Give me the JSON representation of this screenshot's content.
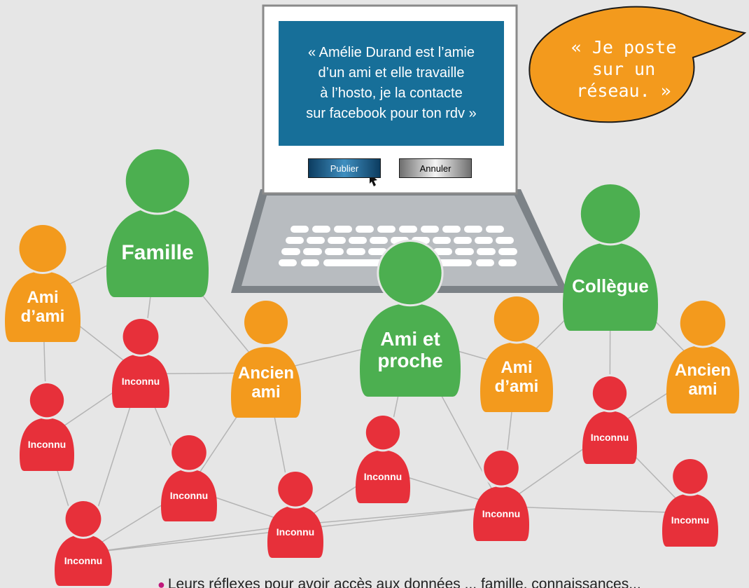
{
  "screen": {
    "message_lines": [
      "« Amélie Durand est l’amie",
      "d’un ami et elle travaille",
      "à l’hosto, je la contacte",
      "sur facebook pour ton rdv »"
    ],
    "publish_label": "Publier",
    "cancel_label": "Annuler"
  },
  "bubble": {
    "text": "« Je poste\nsur un\nréseau. »"
  },
  "legend_text": "Leurs réflexes pour avoir accès aux données ... famille, connaissances...",
  "colors": {
    "family": "#4caf50",
    "friend": "#f39a1d",
    "unknown": "#e7303a",
    "screen": "#176f99",
    "bubble": "#f39a1d"
  },
  "people": [
    {
      "id": "famille",
      "label": "Famille",
      "color": "family"
    },
    {
      "id": "collegue",
      "label": "Collègue",
      "color": "family"
    },
    {
      "id": "ami-proche",
      "label": "Ami et\nproche",
      "color": "family"
    },
    {
      "id": "ami-dami-1",
      "label": "Ami\nd’ami",
      "color": "friend"
    },
    {
      "id": "ancien-ami-1",
      "label": "Ancien\nami",
      "color": "friend"
    },
    {
      "id": "ami-dami-2",
      "label": "Ami\nd’ami",
      "color": "friend"
    },
    {
      "id": "ancien-ami-2",
      "label": "Ancien\nami",
      "color": "friend"
    },
    {
      "id": "inconnu-1",
      "label": "Inconnu",
      "color": "unknown"
    },
    {
      "id": "inconnu-2",
      "label": "Inconnu",
      "color": "unknown"
    },
    {
      "id": "inconnu-3",
      "label": "Inconnu",
      "color": "unknown"
    },
    {
      "id": "inconnu-4",
      "label": "Inconnu",
      "color": "unknown"
    },
    {
      "id": "inconnu-5",
      "label": "Inconnu",
      "color": "unknown"
    },
    {
      "id": "inconnu-6",
      "label": "Inconnu",
      "color": "unknown"
    },
    {
      "id": "inconnu-7",
      "label": "Inconnu",
      "color": "unknown"
    },
    {
      "id": "inconnu-8",
      "label": "Inconnu",
      "color": "unknown"
    },
    {
      "id": "inconnu-9",
      "label": "Inconnu",
      "color": "unknown"
    }
  ],
  "links": [
    [
      "ami-dami-1",
      "famille"
    ],
    [
      "ami-dami-1",
      "inconnu-1"
    ],
    [
      "ami-dami-1",
      "inconnu-2"
    ],
    [
      "famille",
      "inconnu-1"
    ],
    [
      "famille",
      "ancien-ami-1"
    ],
    [
      "inconnu-1",
      "ancien-ami-1"
    ],
    [
      "inconnu-1",
      "inconnu-2"
    ],
    [
      "inconnu-1",
      "inconnu-3"
    ],
    [
      "inconnu-1",
      "inconnu-4"
    ],
    [
      "inconnu-2",
      "inconnu-3"
    ],
    [
      "ancien-ami-1",
      "inconnu-4"
    ],
    [
      "ancien-ami-1",
      "inconnu-5"
    ],
    [
      "ancien-ami-1",
      "ami-proche"
    ],
    [
      "inconnu-4",
      "inconnu-3"
    ],
    [
      "inconnu-4",
      "inconnu-5"
    ],
    [
      "inconnu-3",
      "inconnu-5"
    ],
    [
      "inconnu-3",
      "inconnu-7"
    ],
    [
      "inconnu-5",
      "inconnu-6"
    ],
    [
      "inconnu-5",
      "inconnu-7"
    ],
    [
      "ami-proche",
      "inconnu-6"
    ],
    [
      "ami-proche",
      "inconnu-7"
    ],
    [
      "ami-proche",
      "ami-dami-2"
    ],
    [
      "inconnu-6",
      "inconnu-7"
    ],
    [
      "ami-dami-2",
      "inconnu-7"
    ],
    [
      "ami-dami-2",
      "collegue"
    ],
    [
      "collegue",
      "inconnu-8"
    ],
    [
      "collegue",
      "ancien-ami-2"
    ],
    [
      "inconnu-7",
      "inconnu-8"
    ],
    [
      "inconnu-7",
      "inconnu-9"
    ],
    [
      "inconnu-8",
      "ancien-ami-2"
    ],
    [
      "inconnu-8",
      "inconnu-9"
    ]
  ]
}
